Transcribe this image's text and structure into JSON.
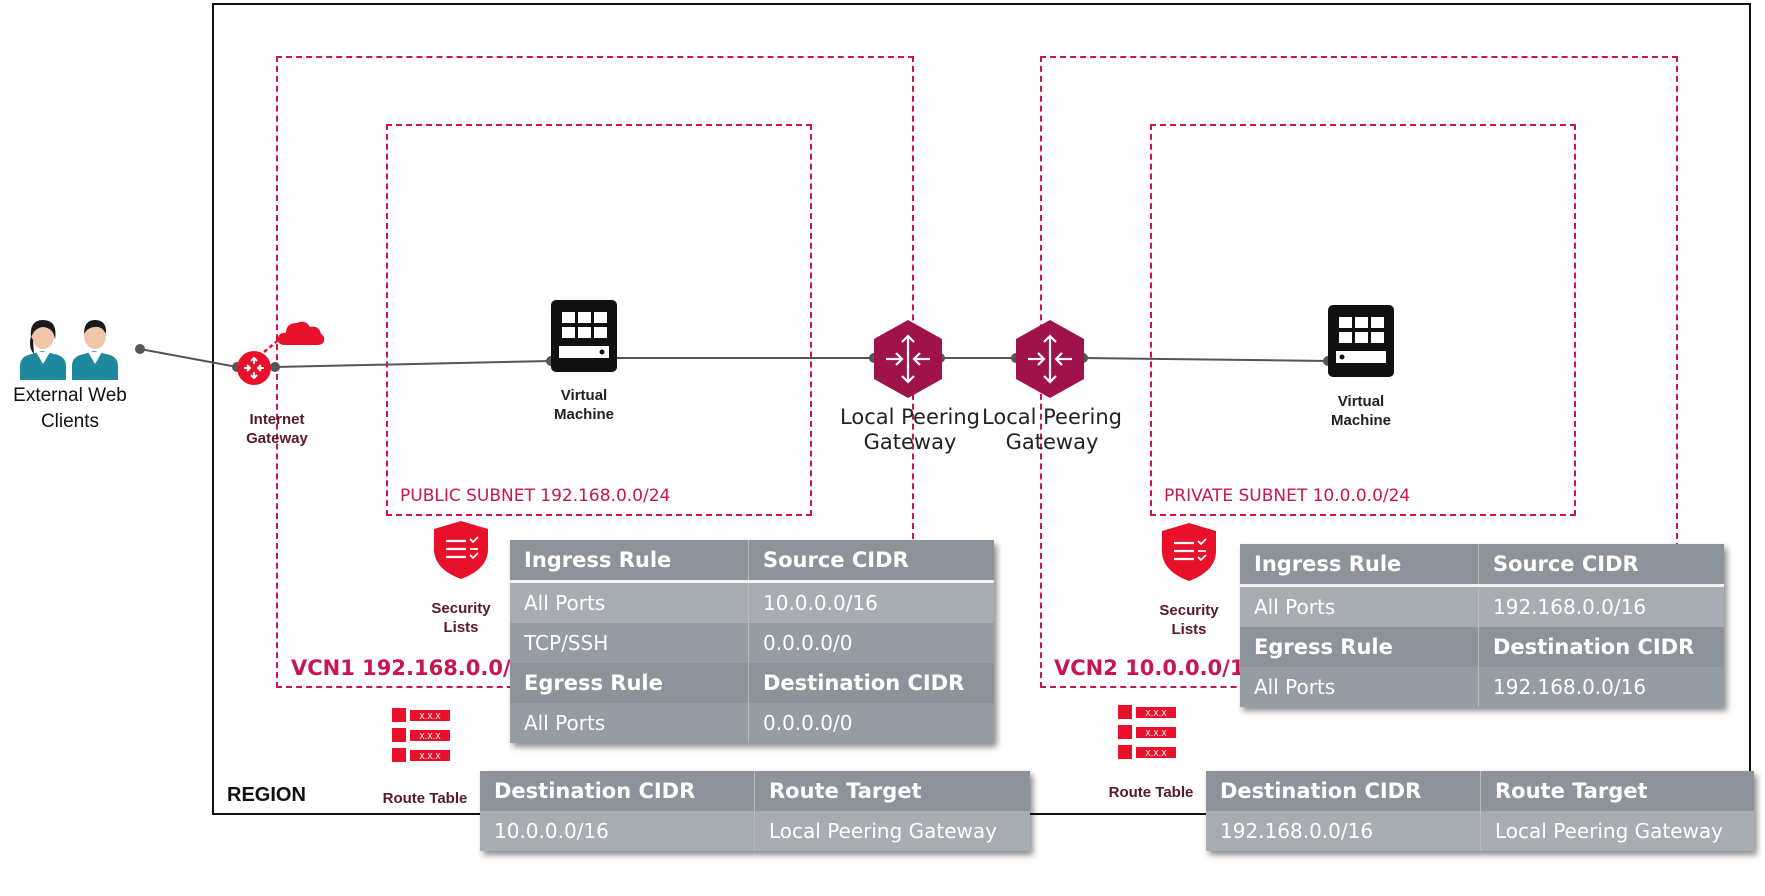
{
  "region": {
    "label": "REGION"
  },
  "clients": {
    "label_line1": "External Web",
    "label_line2": "Clients",
    "icon": "people-icon"
  },
  "internet_gateway": {
    "label_line1": "Internet",
    "label_line2": "Gateway",
    "icon": "router-icon"
  },
  "vcn1": {
    "label": "VCN1 192.168.0.0/16",
    "subnet_label": "PUBLIC SUBNET 192.168.0.0/24",
    "vm": {
      "label_line1": "Virtual",
      "label_line2": "Machine"
    },
    "security_lists_label_line1": "Security",
    "security_lists_label_line2": "Lists",
    "route_table_label": "Route Table",
    "security_table": {
      "ingress_header": [
        "Ingress Rule",
        "Source CIDR"
      ],
      "ingress_rows": [
        [
          "All Ports",
          "10.0.0.0/16"
        ],
        [
          "TCP/SSH",
          "0.0.0.0/0"
        ]
      ],
      "egress_header": [
        "Egress Rule",
        "Destination CIDR"
      ],
      "egress_rows": [
        [
          "All Ports",
          "0.0.0.0/0"
        ]
      ]
    },
    "route_table": {
      "header": [
        "Destination CIDR",
        "Route Target"
      ],
      "rows": [
        [
          "10.0.0.0/16",
          "Local Peering Gateway"
        ]
      ]
    }
  },
  "lpg1": {
    "label_line1": "Local Peering",
    "label_line2": "Gateway"
  },
  "lpg2": {
    "label_line1": "Local Peering",
    "label_line2": "Gateway"
  },
  "vcn2": {
    "label": "VCN2 10.0.0.0/16",
    "subnet_label": "PRIVATE SUBNET 10.0.0.0/24",
    "vm": {
      "label_line1": "Virtual",
      "label_line2": "Machine"
    },
    "security_lists_label_line1": "Security",
    "security_lists_label_line2": "Lists",
    "route_table_label": "Route Table",
    "security_table": {
      "ingress_header": [
        "Ingress Rule",
        "Source CIDR"
      ],
      "ingress_rows": [
        [
          "All Ports",
          "192.168.0.0/16"
        ]
      ],
      "egress_header": [
        "Egress Rule",
        "Destination CIDR"
      ],
      "egress_rows": [
        [
          "All Ports",
          "192.168.0.0/16"
        ]
      ]
    },
    "route_table": {
      "header": [
        "Destination CIDR",
        "Route Target"
      ],
      "rows": [
        [
          "192.168.0.0/16",
          "Local Peering Gateway"
        ]
      ]
    }
  },
  "route_table_entry_text": "X.X.X",
  "colors": {
    "accent_red": "#c8174f",
    "gateway_red": "#e8102a",
    "lpg_maroon": "#a0124a",
    "table_gray": "#9aa0a7"
  }
}
